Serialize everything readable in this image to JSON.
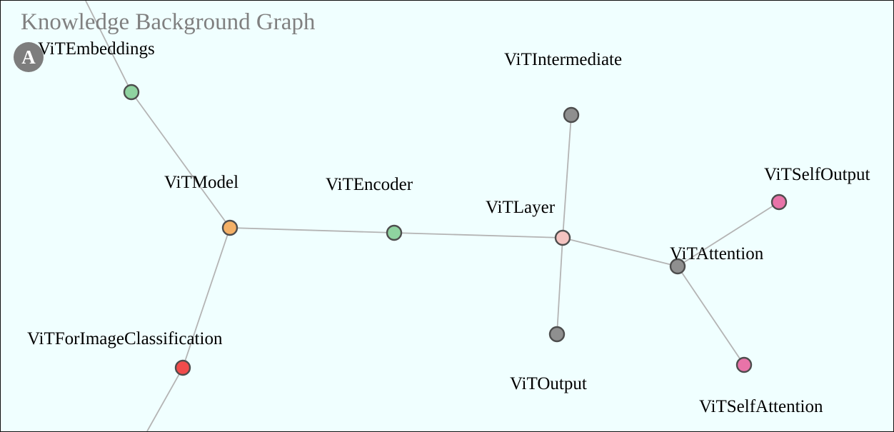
{
  "graph": {
    "title": "Knowledge Background Graph",
    "badge": "A",
    "nodes": [
      {
        "id": "vitembeddings",
        "label": "ViTEmbeddings",
        "color": "#8fd3a0"
      },
      {
        "id": "vitmodel",
        "label": "ViTModel",
        "color": "#f4b066"
      },
      {
        "id": "vitencoder",
        "label": "ViTEncoder",
        "color": "#8fd3a0"
      },
      {
        "id": "vitlayer",
        "label": "ViTLayer",
        "color": "#f4c3c0"
      },
      {
        "id": "vitintermediate",
        "label": "ViTIntermediate",
        "color": "#8f8f8f"
      },
      {
        "id": "vitoutput",
        "label": "ViTOutput",
        "color": "#8f8f8f"
      },
      {
        "id": "vitattention",
        "label": "ViTAttention",
        "color": "#8f8f8f"
      },
      {
        "id": "vitselfoutput",
        "label": "ViTSelfOutput",
        "color": "#e873a8"
      },
      {
        "id": "vitselfattention",
        "label": "ViTSelfAttention",
        "color": "#e873a8"
      },
      {
        "id": "vitforimageclassification",
        "label": "ViTForImageClassification",
        "color": "#f04b4b"
      }
    ],
    "edges": [
      [
        "vitembeddings",
        "vitmodel"
      ],
      [
        "vitmodel",
        "vitencoder"
      ],
      [
        "vitencoder",
        "vitlayer"
      ],
      [
        "vitlayer",
        "vitintermediate"
      ],
      [
        "vitlayer",
        "vitoutput"
      ],
      [
        "vitlayer",
        "vitattention"
      ],
      [
        "vitattention",
        "vitselfoutput"
      ],
      [
        "vitattention",
        "vitselfattention"
      ],
      [
        "vitmodel",
        "vitforimageclassification"
      ]
    ]
  }
}
